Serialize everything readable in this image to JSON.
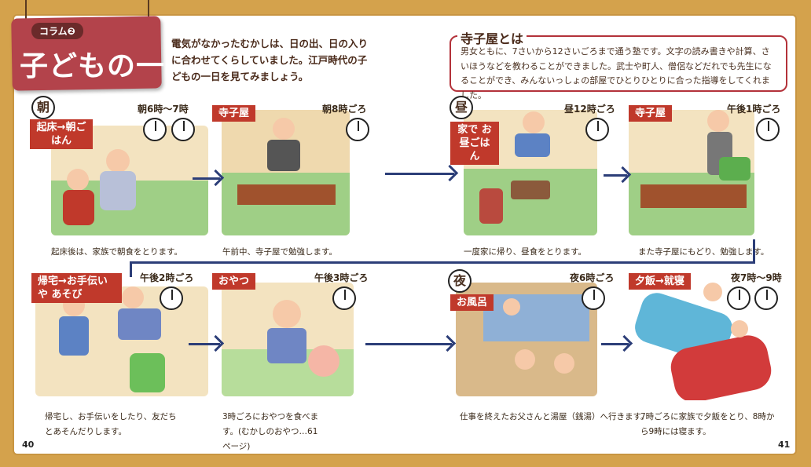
{
  "column_badge": "コラム❷",
  "title": "子どもの一日",
  "intro": "電気がなかったむかしは、日の出、日の入りに合わせてくらしていました。江戸時代の子どもの一日を見てみましょう。",
  "terakoya_box": {
    "heading": "寺子屋とは",
    "body": "男女ともに、7さいから12さいごろまで通う塾です。文字の読み書きや計算、さいほうなどを教わることができました。武士や町人、僧侶などだれでも先生になることができ、みんないっしょの部屋でひとりひとりに合った指導をしてくれました。"
  },
  "markers": {
    "morning": "朝",
    "noon": "昼",
    "night": "夜"
  },
  "panels": [
    {
      "label": "起床→朝ごはん",
      "time": "朝6時～7時",
      "clocks": [
        "6",
        "7"
      ],
      "caption": "起床後は、家族で朝食をとります。"
    },
    {
      "label": "寺子屋",
      "time": "朝8時ごろ",
      "clocks": [
        "8"
      ],
      "caption": "午前中、寺子屋で勉強します。"
    },
    {
      "label": "家で お昼ごはん",
      "time": "昼12時ごろ",
      "clocks": [
        "12"
      ],
      "caption": "一度家に帰り、昼食をとります。"
    },
    {
      "label": "寺子屋",
      "time": "午後1時ごろ",
      "clocks": [
        "1"
      ],
      "caption": "また寺子屋にもどり、勉強します。"
    },
    {
      "label": "帰宅→お手伝いや あそび",
      "time": "午後2時ごろ",
      "clocks": [
        "2"
      ],
      "caption": "帰宅し、お手伝いをしたり、友だちとあそんだりします。"
    },
    {
      "label": "おやつ",
      "time": "午後3時ごろ",
      "clocks": [
        "3"
      ],
      "caption": "3時ごろにおやつを食べます。(むかしのおやつ…61ページ)"
    },
    {
      "label": "お風呂",
      "time": "夜6時ごろ",
      "clocks": [
        "6"
      ],
      "caption": "仕事を終えたお父さんと湯屋（銭湯）へ行きます。"
    },
    {
      "label": "夕飯→就寝",
      "time": "夜7時～9時",
      "clocks": [
        "7",
        "9"
      ],
      "caption": "7時ごろに家族で夕飯をとり、8時から9時には寝ます。"
    }
  ],
  "page_numbers": {
    "left": "40",
    "right": "41"
  }
}
